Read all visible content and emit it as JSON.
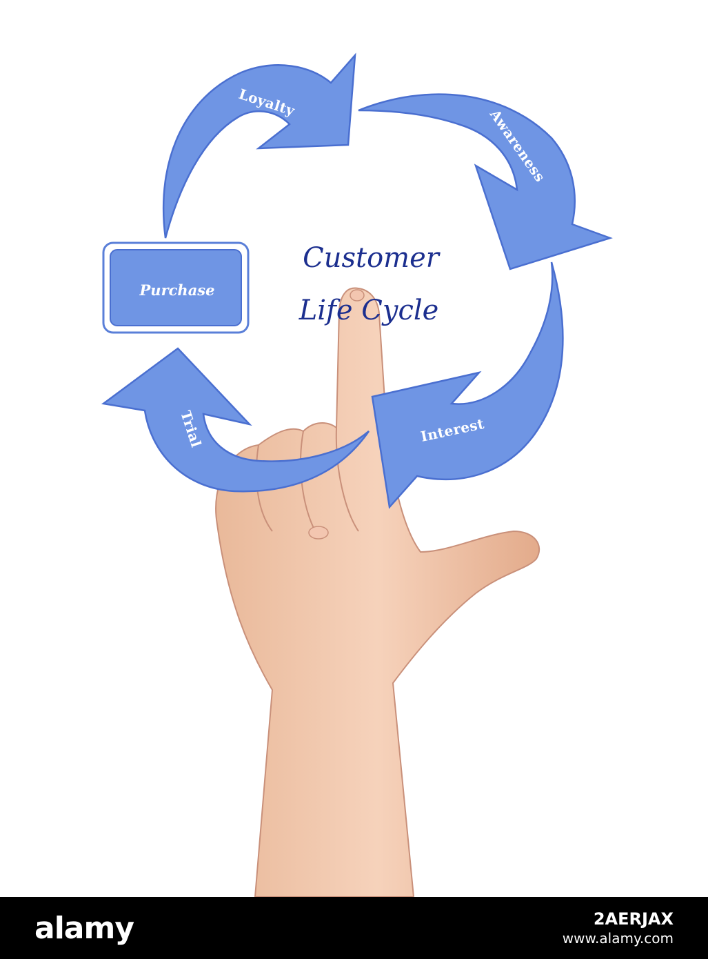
{
  "diagram": {
    "title_line1": "Customer",
    "title_line2": "Life Cycle",
    "center_node": "Purchase",
    "stages": [
      {
        "label": "Loyalty"
      },
      {
        "label": "Awareness"
      },
      {
        "label": "Interest"
      },
      {
        "label": "Trial"
      }
    ],
    "colors": {
      "arrow_fill": "#6f95e4",
      "arrow_stroke": "#4a6fd0",
      "title": "#1c2f8f"
    }
  },
  "footer": {
    "brand": "alamy",
    "image_id": "2AERJAX",
    "site": "www.alamy.com"
  }
}
